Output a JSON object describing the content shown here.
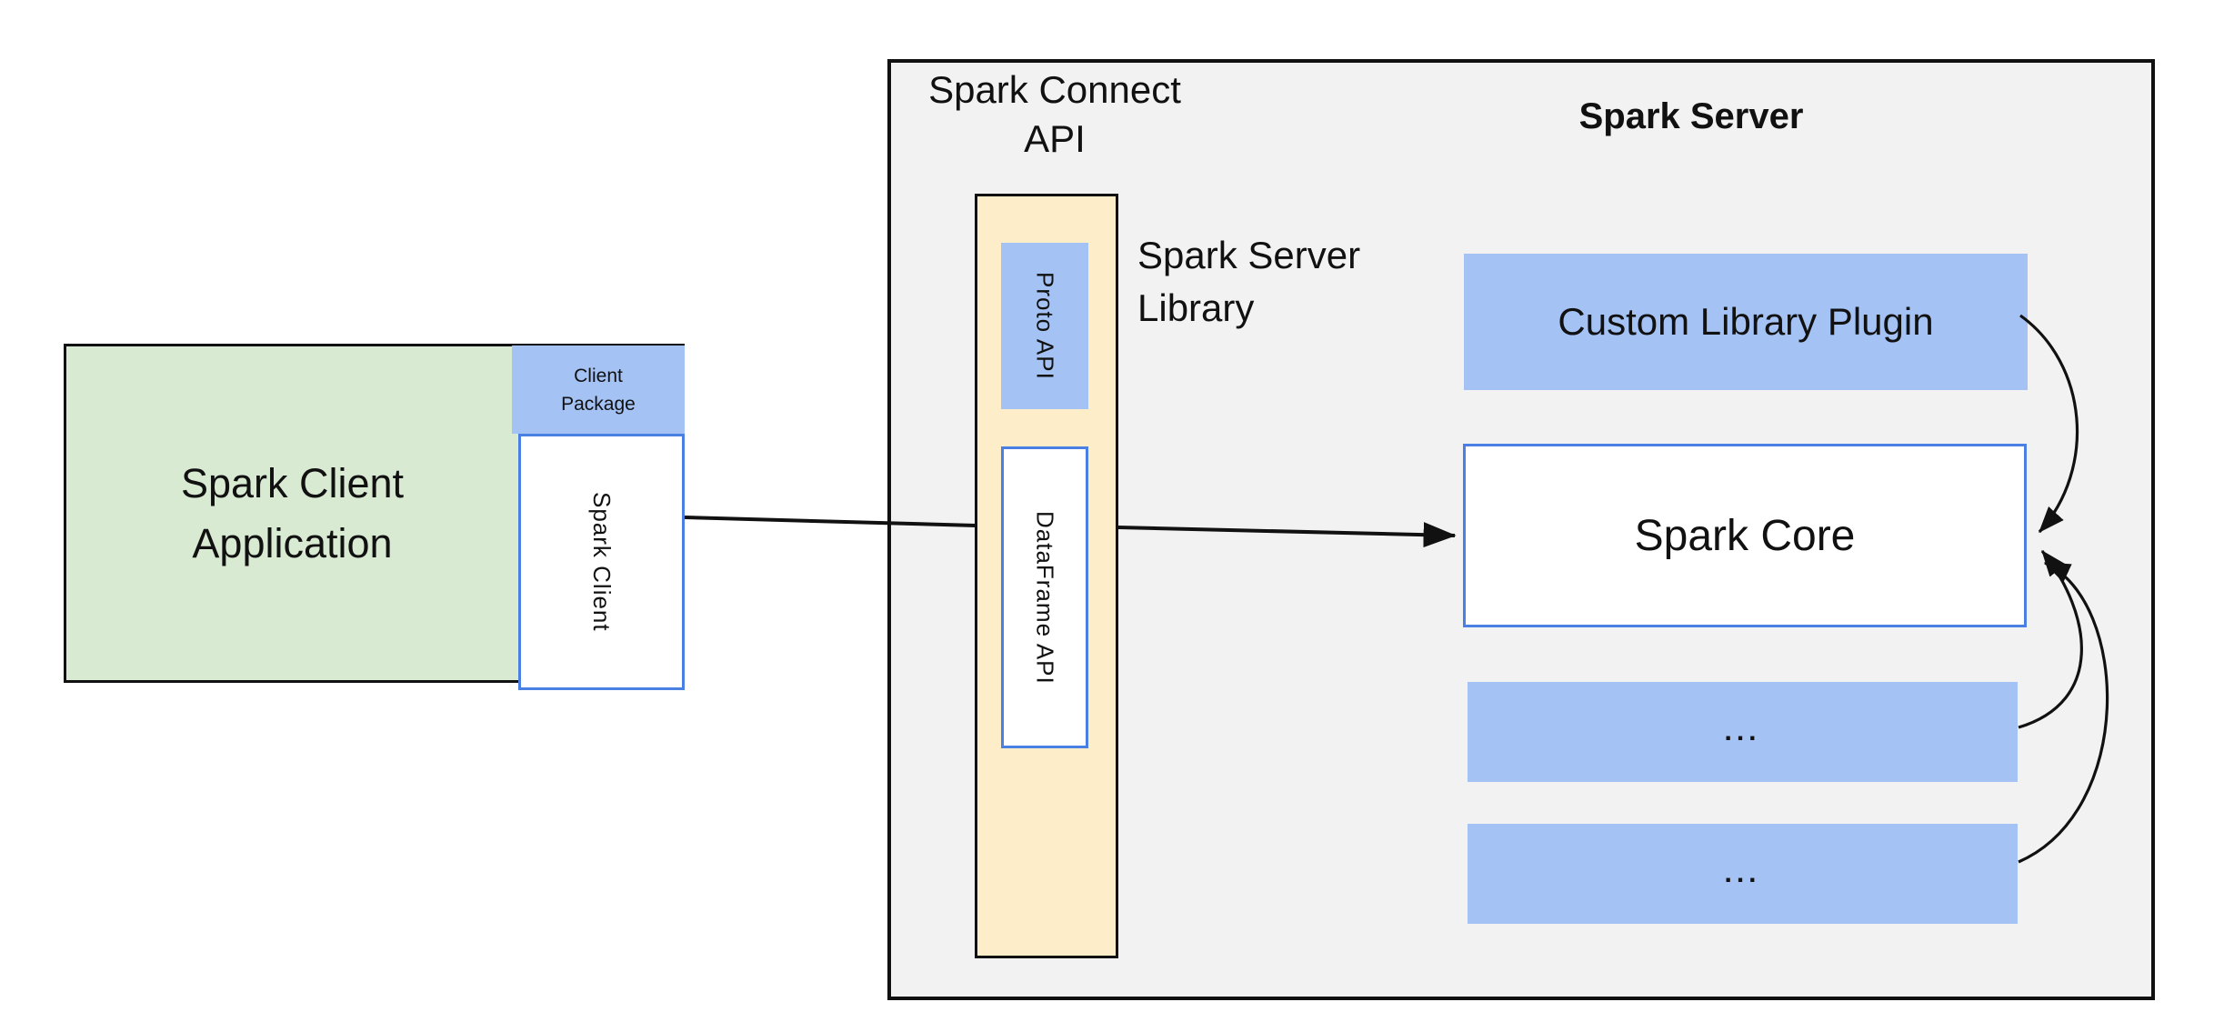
{
  "client": {
    "app_label": "Spark Client\nApplication",
    "package_label": "Client\nPackage",
    "spark_client_label": "Spark Client"
  },
  "connect": {
    "api_label": "Spark Connect\nAPI",
    "proto_label": "Proto API",
    "dataframe_label": "DataFrame API",
    "server_library_label": "Spark Server\nLibrary"
  },
  "server": {
    "title": "Spark Server",
    "plugin_label": "Custom Library Plugin",
    "core_label": "Spark Core",
    "ellipsis1": "...",
    "ellipsis2": "..."
  },
  "colors": {
    "green_fill": "#d9ead3",
    "blue_fill": "#a4c2f4",
    "blue_border": "#4a80e4",
    "yellow_fill": "#fdeec9",
    "gray_fill": "#f2f2f2",
    "line_black": "#111111"
  }
}
